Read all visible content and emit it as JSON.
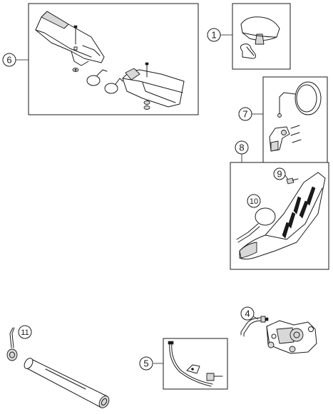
{
  "callouts": {
    "c1": "1",
    "c4": "4",
    "c5": "5",
    "c6": "6",
    "c7": "7",
    "c8": "8",
    "c9": "9",
    "c10": "10",
    "c11": "11"
  },
  "colors": {
    "line": "#1a1a1a",
    "background": "#ffffff",
    "shade": "#d8d8d8"
  },
  "parts": [
    {
      "id": "1",
      "icon": "end-cap-with-clip-icon"
    },
    {
      "id": "4",
      "icon": "brake-caliper-with-hose-icon"
    },
    {
      "id": "5",
      "icon": "cable-with-clamp-icon"
    },
    {
      "id": "6",
      "icon": "handguard-set-icon"
    },
    {
      "id": "7",
      "icon": "mirror-with-bracket-icon"
    },
    {
      "id": "8",
      "icon": "frame-guard-icon"
    },
    {
      "id": "9",
      "icon": "screw-icon"
    },
    {
      "id": "10",
      "icon": "cable-tie-icon"
    },
    {
      "id": "11",
      "icon": "tool-handle-and-tube-icon"
    }
  ]
}
